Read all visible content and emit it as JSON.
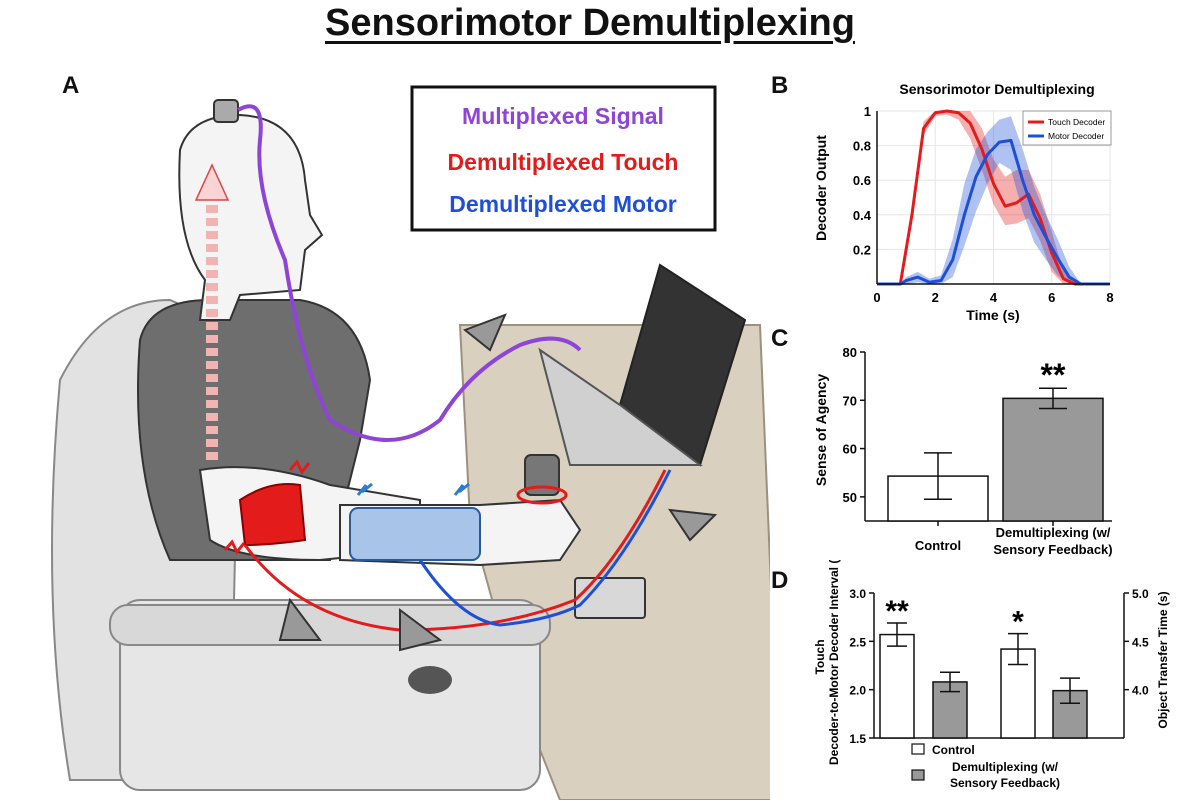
{
  "title": "Sensorimotor Demultiplexing",
  "panels": {
    "a": "A",
    "b": "B",
    "c": "C",
    "d": "D"
  },
  "legend_box": {
    "multiplexed": "Multiplexed Signal",
    "touch": "Demultiplexed Touch",
    "motor": "Demultiplexed Motor"
  },
  "colors": {
    "multiplexed": "#8e44d6",
    "touch": "#e31b1b",
    "motor": "#1e4fd8",
    "bar_fill_control": "#ffffff",
    "bar_fill_demux": "#999999"
  },
  "chart_data": [
    {
      "id": "B",
      "type": "line",
      "title": "Sensorimotor Demultiplexing",
      "xlabel": "Time (s)",
      "ylabel": "Decoder Output",
      "xlim": [
        0,
        8
      ],
      "ylim": [
        0,
        1
      ],
      "xticks": [
        0,
        2,
        4,
        6,
        8
      ],
      "yticks": [
        0.2,
        0.4,
        0.6,
        0.8,
        1
      ],
      "grid": true,
      "legend": "top-right",
      "series": [
        {
          "name": "Touch Decoder",
          "color": "#e31b1b",
          "x": [
            0,
            0.8,
            1.2,
            1.6,
            2.0,
            2.4,
            2.8,
            3.2,
            3.6,
            4.0,
            4.4,
            4.8,
            5.2,
            5.6,
            6.0,
            6.4,
            6.8,
            7.2,
            8.0
          ],
          "y": [
            0,
            0,
            0.4,
            0.9,
            0.99,
            1.0,
            0.99,
            0.93,
            0.78,
            0.58,
            0.45,
            0.47,
            0.52,
            0.38,
            0.18,
            0.03,
            0,
            0,
            0
          ],
          "lower": [
            0,
            0,
            0.35,
            0.86,
            0.97,
            0.98,
            0.95,
            0.84,
            0.66,
            0.46,
            0.34,
            0.35,
            0.38,
            0.25,
            0.07,
            0,
            0,
            0,
            0
          ],
          "upper": [
            0,
            0,
            0.45,
            0.94,
            1.0,
            1.0,
            1.0,
            1.0,
            0.9,
            0.72,
            0.62,
            0.66,
            0.66,
            0.52,
            0.3,
            0.08,
            0,
            0,
            0
          ]
        },
        {
          "name": "Motor Decoder",
          "color": "#1e4fd8",
          "x": [
            0,
            0.8,
            1.0,
            1.4,
            1.8,
            2.2,
            2.6,
            3.0,
            3.4,
            3.8,
            4.2,
            4.6,
            5.0,
            5.4,
            5.8,
            6.2,
            6.6,
            7.0,
            8.0
          ],
          "y": [
            0,
            0,
            0.02,
            0.04,
            0.01,
            0.02,
            0.14,
            0.4,
            0.62,
            0.75,
            0.82,
            0.83,
            0.6,
            0.4,
            0.27,
            0.15,
            0.04,
            0,
            0
          ],
          "lower": [
            0,
            0,
            0,
            0.01,
            0,
            0,
            0.04,
            0.22,
            0.42,
            0.58,
            0.7,
            0.66,
            0.42,
            0.24,
            0.14,
            0.05,
            0,
            0,
            0
          ],
          "upper": [
            0,
            0,
            0.04,
            0.07,
            0.03,
            0.05,
            0.26,
            0.58,
            0.78,
            0.88,
            0.95,
            0.97,
            0.78,
            0.56,
            0.4,
            0.26,
            0.1,
            0,
            0
          ]
        }
      ]
    },
    {
      "id": "C",
      "type": "bar",
      "ylabel": "Sense of Agency",
      "ylim": [
        45,
        80
      ],
      "yticks": [
        50,
        60,
        70,
        80
      ],
      "categories": [
        "Control",
        "Demultiplexing (w/ Sensory Feedback)"
      ],
      "values": [
        54.3,
        70.4
      ],
      "errors": [
        4.8,
        2.1
      ],
      "significance": [
        "",
        "**"
      ]
    },
    {
      "id": "D",
      "type": "bar",
      "ylabel_left": "Touch Decoder-to-Motor Decoder Interval (s)",
      "ylabel_right": "Object Transfer Time (s)",
      "ylim_left": [
        1.5,
        3.0
      ],
      "yticks_left": [
        "1.5",
        "2.0",
        "2.5",
        "3.0"
      ],
      "ylim_right": [
        3.5,
        5.0
      ],
      "yticks_right": [
        "4.0",
        "4.5",
        "5.0"
      ],
      "groups": [
        {
          "axis": "left",
          "values": [
            2.57,
            2.08
          ],
          "errors": [
            0.12,
            0.1
          ],
          "significance": [
            "**",
            ""
          ]
        },
        {
          "axis": "right",
          "values": [
            4.42,
            3.99
          ],
          "errors": [
            0.16,
            0.13
          ],
          "significance": [
            "*",
            ""
          ]
        }
      ],
      "legend": [
        {
          "label": "Control"
        },
        {
          "label": "Demultiplexing (w/ Sensory Feedback)"
        }
      ]
    }
  ]
}
